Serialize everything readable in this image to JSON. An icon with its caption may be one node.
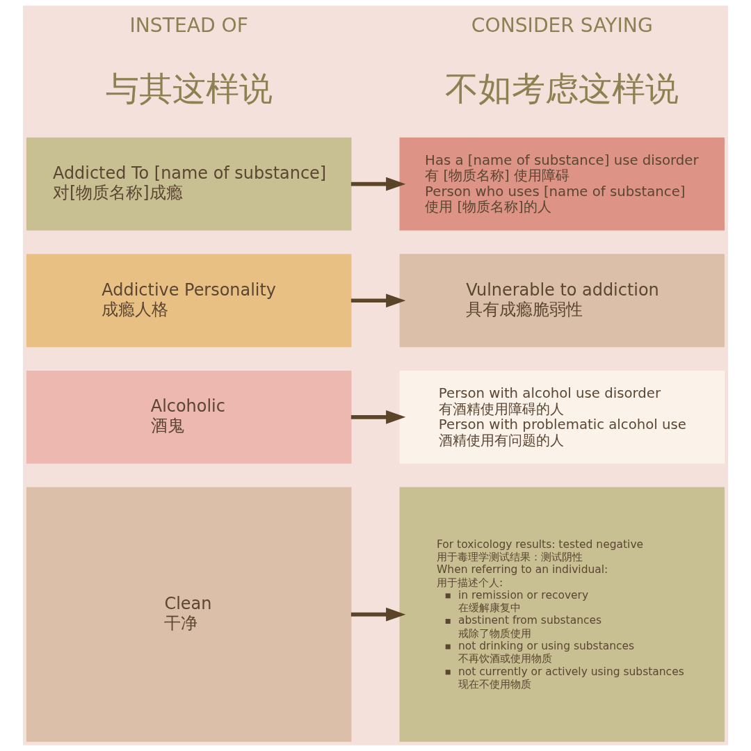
{
  "diagram": {
    "nodes": [
      {
        "text": [
          "Addicted To [name of substance]",
          "对[物质名称]成瘾"
        ]
      },
      {
        "text": [
          "Has a [name of substance] use disorder",
          "有 [物质名称] 使用障碍",
          "Person who uses [name of substance]",
          "使用 [物质名称]的人"
        ]
      },
      {
        "text": [
          "Addictive Personality",
          "成瘾人格"
        ]
      },
      {
        "text": [
          "Vulnerable to addiction",
          "具有成瘾脆弱性"
        ]
      },
      {
        "text": [
          "Alcoholic",
          "酒鬼"
        ]
      },
      {
        "text": [
          "Person with alcohol use disorder",
          "有酒精使用障碍的人",
          "Person with problematic alcohol use",
          "酒精使用有问题的人"
        ]
      },
      {
        "text": [
          "Clean",
          "干净"
        ]
      },
      {
        "text": [
          "For toxicology results: tested negative",
          "用于毒理学测试结果：测试阴性",
          "When referring to an individual:",
          "用于描述个人:",
          "in remission or recovery",
          "在缓解康复中",
          "abstinent from substances",
          "戒除了物质使用",
          "not drinking or using substances",
          "不再饮酒或使用物质",
          "not currently or actively using substances",
          "现在不使用物质"
        ]
      }
    ],
    "edges": [
      {
        "from": 0,
        "to": 1,
        "arrow": "to"
      },
      {
        "from": 2,
        "to": 3,
        "arrow": "to"
      },
      {
        "from": 4,
        "to": 5,
        "arrow": "to"
      },
      {
        "from": 6,
        "to": 7,
        "arrow": "to"
      }
    ],
    "labels": [
      "INSTEAD OF",
      "CONSIDER SAYING",
      "与其这样说",
      "不如考虑这样说"
    ]
  }
}
